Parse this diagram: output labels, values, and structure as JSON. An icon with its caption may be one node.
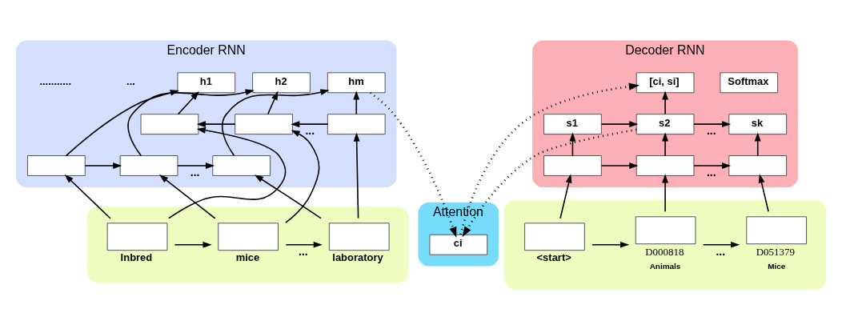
{
  "diagram": {
    "nodes": [
      {
        "text": [
          "Encoder RNN"
        ]
      },
      {
        "text": [
          "h1"
        ],
        "in": 0
      },
      {
        "text": [
          "h2"
        ],
        "in": 0
      },
      {
        "text": [
          "hm"
        ],
        "in": 0
      },
      {
        "text": [],
        "shape": "box",
        "in": 0
      },
      {
        "text": [],
        "shape": "box",
        "in": 0
      },
      {
        "text": [],
        "shape": "box",
        "in": 0
      },
      {
        "text": [],
        "shape": "box",
        "in": 0
      },
      {
        "text": [],
        "shape": "box",
        "in": 0
      },
      {
        "text": [],
        "shape": "box",
        "in": 0
      },
      {
        "text": [],
        "shape": "box"
      },
      {
        "text": [],
        "shape": "box",
        "in": 10,
        "beside": [
          "Inbred"
        ]
      },
      {
        "text": [],
        "shape": "box",
        "in": 10,
        "beside": [
          "mice"
        ]
      },
      {
        "text": [],
        "shape": "box",
        "in": 10,
        "beside": [
          "laboratory"
        ]
      },
      {
        "text": [
          "Attention"
        ]
      },
      {
        "text": [
          "ci"
        ],
        "in": 14
      },
      {
        "text": [
          "Decoder RNN"
        ]
      },
      {
        "text": [
          "Softmax"
        ],
        "in": 16
      },
      {
        "text": [
          "[ci, si]"
        ],
        "in": 16
      },
      {
        "text": [
          "s1"
        ],
        "in": 16
      },
      {
        "text": [
          "s2"
        ],
        "in": 16
      },
      {
        "text": [
          "sk"
        ],
        "in": 16
      },
      {
        "text": [],
        "shape": "box",
        "in": 16
      },
      {
        "text": [],
        "shape": "box",
        "in": 16
      },
      {
        "text": [],
        "shape": "box",
        "in": 16
      },
      {
        "text": [],
        "shape": "box"
      },
      {
        "text": [],
        "shape": "box",
        "in": 25,
        "beside": [
          "<start>"
        ]
      },
      {
        "text": [],
        "shape": "box",
        "in": 25,
        "beside": [
          "D000818",
          "Animals"
        ]
      },
      {
        "text": [],
        "shape": "box",
        "in": 25,
        "beside": [
          "D051379",
          "Mice"
        ]
      }
    ],
    "edges": [
      {
        "from": 11,
        "to": 7,
        "arrow": "to"
      },
      {
        "from": 12,
        "to": 8,
        "arrow": "to"
      },
      {
        "from": 13,
        "to": 9,
        "arrow": "to"
      },
      {
        "from": 11,
        "to": 4,
        "arrow": "to"
      },
      {
        "from": 12,
        "to": 5,
        "arrow": "to"
      },
      {
        "from": 13,
        "to": 6,
        "arrow": "to"
      },
      {
        "from": 7,
        "to": 1,
        "arrow": "to"
      },
      {
        "from": 8,
        "to": 2,
        "arrow": "to"
      },
      {
        "from": 9,
        "to": 3,
        "arrow": "to"
      },
      {
        "from": 4,
        "to": 1,
        "arrow": "to"
      },
      {
        "from": 5,
        "to": 2,
        "arrow": "to"
      },
      {
        "from": 6,
        "to": 3,
        "arrow": "to"
      },
      {
        "from": 7,
        "to": 8,
        "arrow": "to"
      },
      {
        "from": 8,
        "to": 9,
        "arrow": "to",
        "label": "..."
      },
      {
        "from": 6,
        "to": 5,
        "arrow": "to",
        "label": "..."
      },
      {
        "from": 5,
        "to": 4,
        "arrow": "to"
      },
      {
        "from": 11,
        "to": 12,
        "arrow": "to"
      },
      {
        "from": 12,
        "to": 13,
        "arrow": "to",
        "label": "..."
      },
      {
        "from": 3,
        "to": 15,
        "arrow": "to",
        "style": "dashed"
      },
      {
        "from": 15,
        "to": 18,
        "arrow": "to",
        "style": "dashed"
      },
      {
        "from": 20,
        "to": 15,
        "arrow": "to",
        "style": "dashed"
      },
      {
        "from": 20,
        "to": 18,
        "arrow": "to"
      },
      {
        "from": 26,
        "to": 22,
        "arrow": "to"
      },
      {
        "from": 27,
        "to": 23,
        "arrow": "to"
      },
      {
        "from": 28,
        "to": 24,
        "arrow": "to"
      },
      {
        "from": 22,
        "to": 19,
        "arrow": "to"
      },
      {
        "from": 23,
        "to": 20,
        "arrow": "to"
      },
      {
        "from": 24,
        "to": 21,
        "arrow": "to"
      },
      {
        "from": 19,
        "to": 20,
        "arrow": "to"
      },
      {
        "from": 20,
        "to": 21,
        "arrow": "to",
        "label": "..."
      },
      {
        "from": 22,
        "to": 23,
        "arrow": "to"
      },
      {
        "from": 23,
        "to": 24,
        "arrow": "to",
        "label": "..."
      },
      {
        "from": 26,
        "to": 27,
        "arrow": "to"
      },
      {
        "from": 27,
        "to": 28,
        "arrow": "to",
        "label": "..."
      }
    ],
    "labels": [
      "...",
      "..........."
    ]
  }
}
